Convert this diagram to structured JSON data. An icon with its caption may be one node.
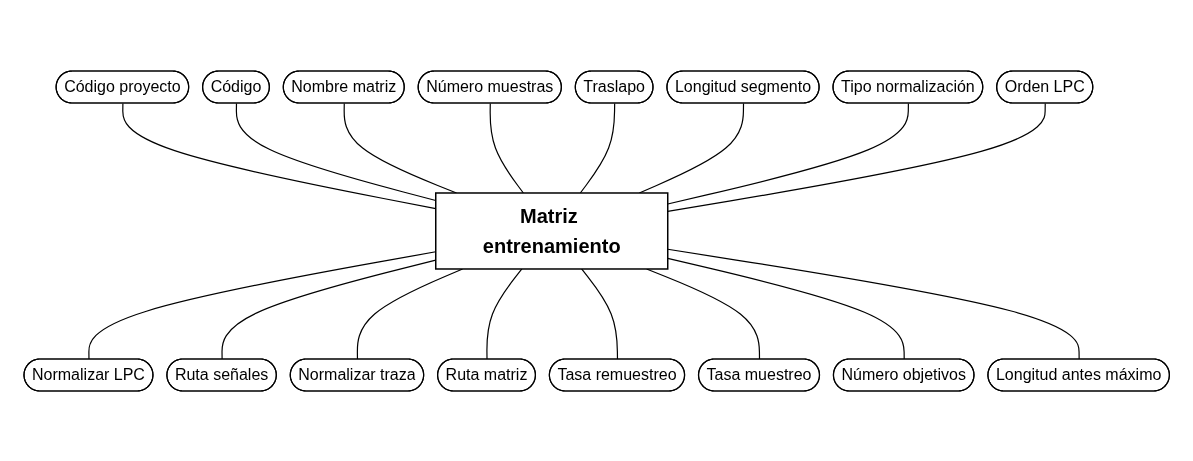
{
  "diagram": {
    "nodes": [
      {
        "text": [
          "Matriz entrenamiento"
        ]
      },
      {
        "text": [
          "Código proyecto"
        ]
      },
      {
        "text": [
          "Código"
        ]
      },
      {
        "text": [
          "Nombre matriz"
        ]
      },
      {
        "text": [
          "Número muestras"
        ]
      },
      {
        "text": [
          "Traslapo"
        ]
      },
      {
        "text": [
          "Longitud segmento"
        ]
      },
      {
        "text": [
          "Tipo normalización"
        ]
      },
      {
        "text": [
          "Orden LPC"
        ]
      },
      {
        "text": [
          "Normalizar LPC"
        ]
      },
      {
        "text": [
          "Ruta señales"
        ]
      },
      {
        "text": [
          "Normalizar traza"
        ]
      },
      {
        "text": [
          "Ruta matriz"
        ]
      },
      {
        "text": [
          "Tasa remuestreo"
        ]
      },
      {
        "text": [
          "Tasa muestreo"
        ]
      },
      {
        "text": [
          "Número objetivos"
        ]
      },
      {
        "text": [
          "Longitud antes máximo"
        ]
      }
    ],
    "edges": [
      {
        "from": 1,
        "to": 0,
        "arrow": "none"
      },
      {
        "from": 2,
        "to": 0,
        "arrow": "none"
      },
      {
        "from": 3,
        "to": 0,
        "arrow": "none"
      },
      {
        "from": 4,
        "to": 0,
        "arrow": "none"
      },
      {
        "from": 5,
        "to": 0,
        "arrow": "none"
      },
      {
        "from": 6,
        "to": 0,
        "arrow": "none"
      },
      {
        "from": 7,
        "to": 0,
        "arrow": "none"
      },
      {
        "from": 8,
        "to": 0,
        "arrow": "none"
      },
      {
        "from": 0,
        "to": 9,
        "arrow": "none"
      },
      {
        "from": 0,
        "to": 10,
        "arrow": "none"
      },
      {
        "from": 0,
        "to": 11,
        "arrow": "none"
      },
      {
        "from": 0,
        "to": 12,
        "arrow": "none"
      },
      {
        "from": 0,
        "to": 13,
        "arrow": "none"
      },
      {
        "from": 0,
        "to": 14,
        "arrow": "none"
      },
      {
        "from": 0,
        "to": 15,
        "arrow": "none"
      },
      {
        "from": 0,
        "to": 16,
        "arrow": "none"
      }
    ]
  }
}
